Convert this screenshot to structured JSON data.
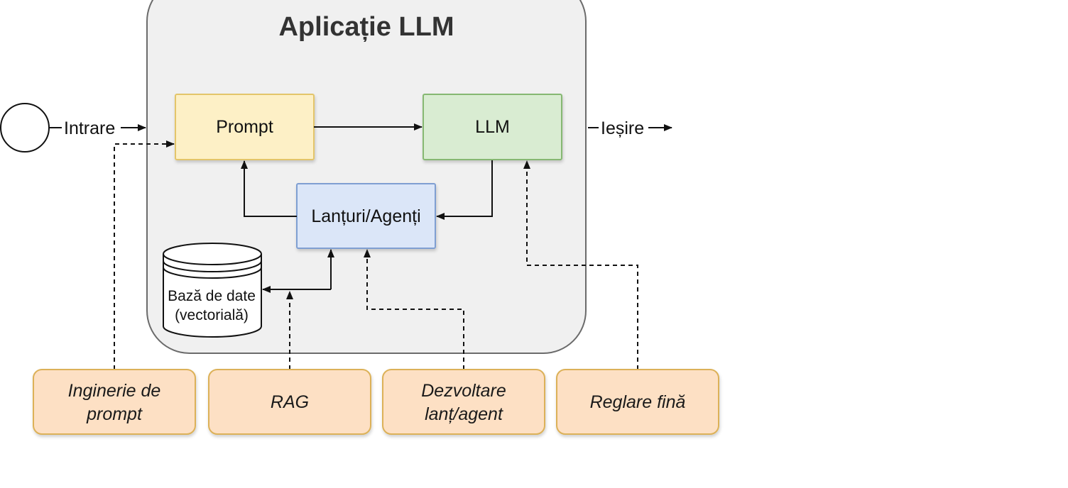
{
  "app": {
    "title": "Aplicație LLM"
  },
  "flow": {
    "input_label": "Intrare",
    "output_label": "Ieșire"
  },
  "components": {
    "prompt": "Prompt",
    "llm": "LLM",
    "chains_agents": "Lanțuri/Agenți",
    "database": {
      "line1": "Bază de date",
      "line2": "(vectorială)"
    }
  },
  "techniques": {
    "prompt_engineering": {
      "line1": "Inginerie de",
      "line2": "prompt"
    },
    "rag": "RAG",
    "chain_agent_development": {
      "line1": "Dezvoltare",
      "line2": "lanț/agent"
    },
    "fine_tuning": "Reglare fină"
  },
  "colors": {
    "app_container_fill": "#f0f0f0",
    "app_container_stroke": "#6b6b6b",
    "prompt_fill": "#fdf0c6",
    "prompt_stroke": "#e3c56b",
    "llm_fill": "#d9ecd2",
    "llm_stroke": "#86b872",
    "chains_fill": "#dbe6f8",
    "chains_stroke": "#7f9fd2",
    "technique_fill": "#fde0c4",
    "technique_stroke": "#dcb158"
  }
}
